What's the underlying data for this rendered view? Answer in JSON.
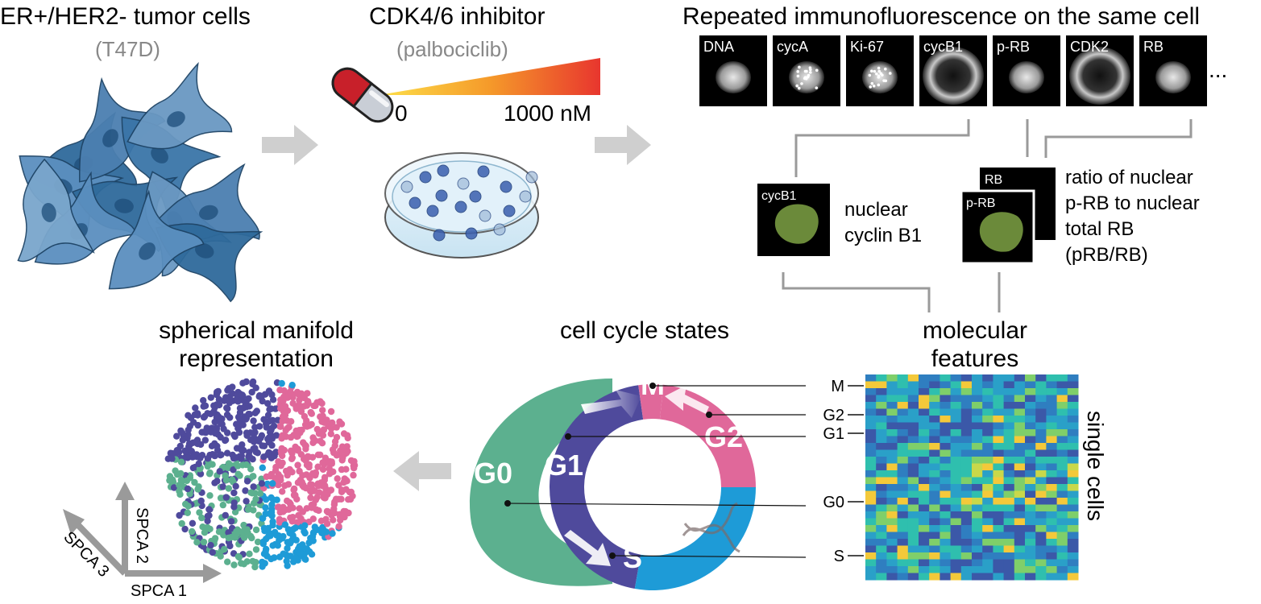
{
  "tumor": {
    "title": "ER+/HER2- tumor cells",
    "subtitle": "(T47D)"
  },
  "inhibitor": {
    "title": "CDK4/6 inhibitor",
    "subtitle": "(palbociclib)",
    "dose_min": "0",
    "dose_max": "1000 nM"
  },
  "immuno": {
    "title": "Repeated immunofluorescence on the same cell",
    "panels": [
      "DNA",
      "cycA",
      "Ki-67",
      "cycB1",
      "p-RB",
      "CDK2",
      "RB"
    ],
    "ellipsis": "..."
  },
  "features": {
    "cycb1_label": "cycB1",
    "cycb1_desc": [
      "nuclear",
      "cyclin B1"
    ],
    "rb_label": "RB",
    "prb_label": "p-RB",
    "ratio_desc": [
      "ratio of nuclear",
      "p-RB to nuclear",
      "total RB",
      "(pRB/RB)"
    ],
    "molecular_title": [
      "molecular",
      "features"
    ]
  },
  "cycle": {
    "title": "cell cycle states",
    "phases": {
      "M": "M",
      "G2": "G2",
      "S": "S",
      "G1": "G1",
      "G0": "G0"
    },
    "colors": {
      "M": "#e0689a",
      "G2": "#e0689a",
      "S": "#1e9bd7",
      "G1": "#4f4a9c",
      "G0": "#5cb08f"
    }
  },
  "heatmap": {
    "row_labels": [
      "M",
      "G2",
      "G1",
      "G0",
      "S"
    ],
    "side_label": "single cells",
    "rows": 30,
    "cols": 20
  },
  "manifold": {
    "title": [
      "spherical manifold",
      "representation"
    ],
    "axes": [
      "SPCA 1",
      "SPCA 2",
      "SPCA 3"
    ],
    "colors": {
      "M": "#e0689a",
      "G1": "#4f4a9c",
      "G0": "#5cb08f",
      "S": "#1e9bd7"
    }
  }
}
